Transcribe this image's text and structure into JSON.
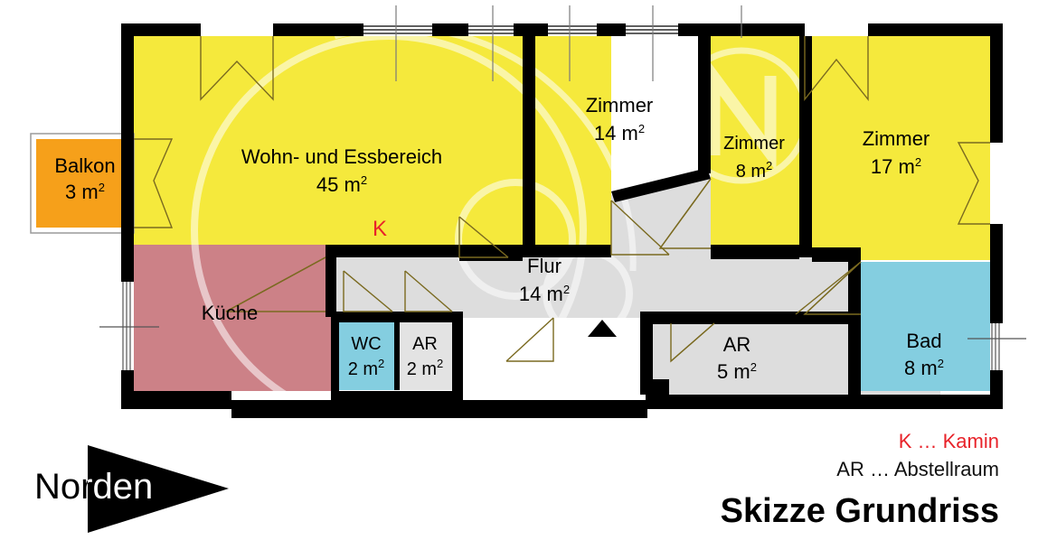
{
  "document": {
    "title": "Skizze Grundriss",
    "orientation_label": "Norden"
  },
  "legend": {
    "kamin": "K … Kamin",
    "abstellraum": "AR … Abstellraum"
  },
  "colors": {
    "living": "#F5E93C",
    "kitchen": "#CC8187",
    "bath": "#84CEE0",
    "hall": "#DDDDDD",
    "balcony": "#F6A01A",
    "wall": "#000000",
    "accent_red": "#E8232A",
    "door_swing": "#7a6a20",
    "background": "#FFFFFF"
  },
  "rooms": [
    {
      "id": "balkon",
      "name": "Balkon",
      "area": "3 m",
      "unit_sup": "2",
      "color": "#F6A01A"
    },
    {
      "id": "wohnen",
      "name": "Wohn- und Essbereich",
      "area": "45 m",
      "unit_sup": "2",
      "color": "#F5E93C"
    },
    {
      "id": "zimmer14",
      "name": "Zimmer",
      "area": "14 m",
      "unit_sup": "2",
      "color": "#F5E93C"
    },
    {
      "id": "zimmer8",
      "name": "Zimmer",
      "area": "8 m",
      "unit_sup": "2",
      "color": "#F5E93C"
    },
    {
      "id": "zimmer17",
      "name": "Zimmer",
      "area": "17 m",
      "unit_sup": "2",
      "color": "#F5E93C"
    },
    {
      "id": "kueche",
      "name": "Küche",
      "area": "",
      "unit_sup": "",
      "color": "#CC8187"
    },
    {
      "id": "flur",
      "name": "Flur",
      "area": "14 m",
      "unit_sup": "2",
      "color": "#DDDDDD"
    },
    {
      "id": "wc",
      "name": "WC",
      "area": "2 m",
      "unit_sup": "2",
      "color": "#84CEE0"
    },
    {
      "id": "ar_left",
      "name": "AR",
      "area": "2 m",
      "unit_sup": "2",
      "color": "#DDDDDD"
    },
    {
      "id": "ar_right",
      "name": "AR",
      "area": "5 m",
      "unit_sup": "2",
      "color": "#DDDDDD"
    },
    {
      "id": "bad",
      "name": "Bad",
      "area": "8 m",
      "unit_sup": "2",
      "color": "#84CEE0"
    }
  ],
  "markers": {
    "kamin_symbol": "K"
  },
  "watermark": {
    "letter": "N"
  }
}
